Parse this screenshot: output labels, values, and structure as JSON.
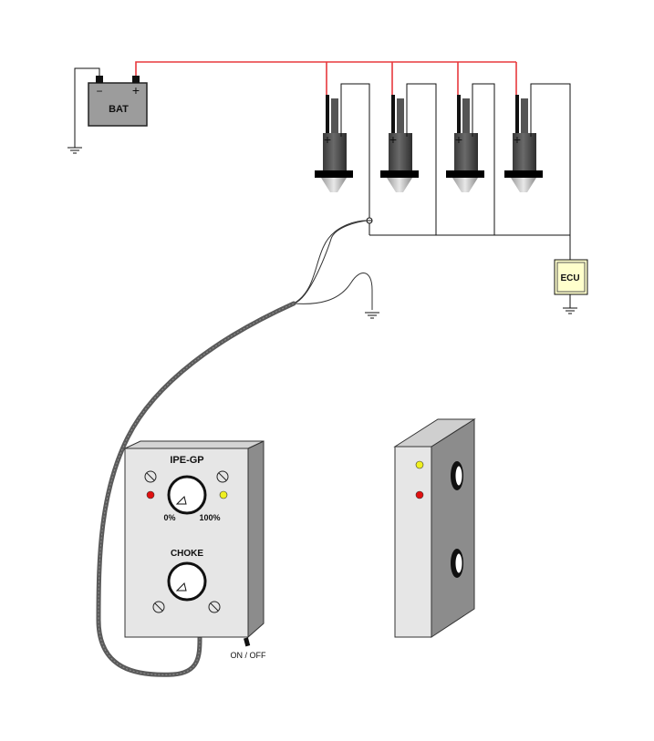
{
  "battery": {
    "label": "BAT",
    "minus": "−",
    "plus": "+"
  },
  "ecu": {
    "label": "ECU"
  },
  "injectors": [
    {
      "terminal": "+"
    },
    {
      "terminal": "+"
    },
    {
      "terminal": "+"
    },
    {
      "terminal": "+"
    }
  ],
  "tester": {
    "title": "IPE-GP",
    "dial_min": "0%",
    "dial_max": "100%",
    "choke_label": "CHOKE",
    "switch_label": "ON / OFF"
  },
  "colors": {
    "positive_wire": "#e8383d",
    "wire": "#111111",
    "cable": "#5a5a5a",
    "box_face": "#e6e6e6",
    "box_side": "#8c8c8c",
    "ecu_fill": "#ffffcc",
    "led_red": "#e01010",
    "led_yellow": "#f0f020"
  }
}
